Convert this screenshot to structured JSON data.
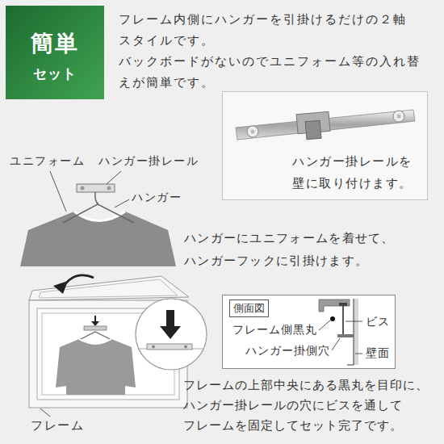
{
  "diagram": {
    "nodes": [
      {
        "text": [
          "簡単",
          "セット"
        ]
      },
      {
        "text": [
          "ハンガー掛レールを 壁に取り付けます。"
        ]
      },
      {
        "text": [
          "側面図",
          "フレーム側黒丸",
          "ハンガー掛側穴",
          "ビス",
          "壁面"
        ]
      }
    ],
    "labels": [
      "フレーム内側にハンガーを引掛けるだけの２軸 スタイルです。",
      "バックボードがないのでユニフォーム等の入れ替 えが簡単です。",
      "ユニフォーム",
      "ハンガー掛レール",
      "ハンガー",
      "ハンガーにユニフォームを着せて、 ハンガーフックに引掛けます。",
      "フレームの上部中央にある黒丸を目印に、 ハンガー掛レールの穴にビスを通して フレームを固定してセット完了です。",
      "フレーム"
    ]
  }
}
